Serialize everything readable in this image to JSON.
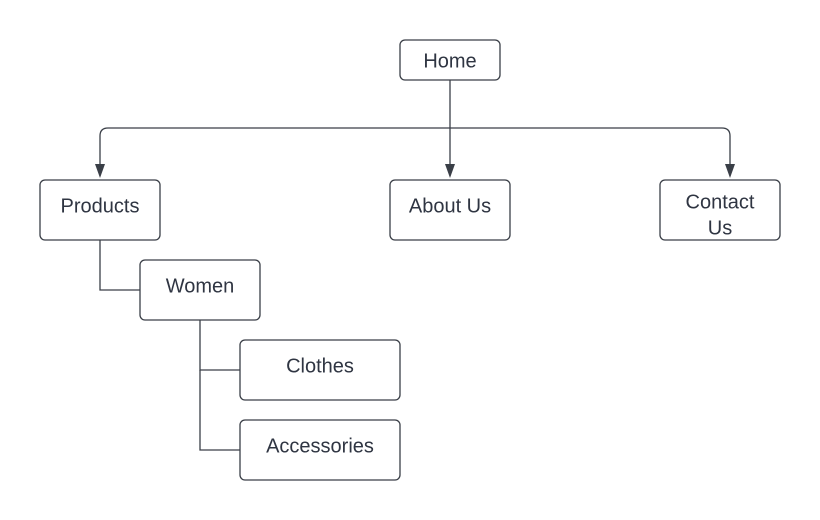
{
  "diagram": {
    "type": "sitemap",
    "nodes": {
      "home": {
        "label": "Home"
      },
      "products": {
        "label": "Products"
      },
      "about": {
        "label": "About Us"
      },
      "contact": {
        "label_lines": [
          "Contact",
          "Us"
        ]
      },
      "women": {
        "label": "Women"
      },
      "clothes": {
        "label": "Clothes"
      },
      "accessories": {
        "label": "Accessories"
      }
    },
    "edges": [
      {
        "from": "home",
        "to": "products",
        "style": "arrow"
      },
      {
        "from": "home",
        "to": "about",
        "style": "arrow"
      },
      {
        "from": "home",
        "to": "contact",
        "style": "arrow"
      },
      {
        "from": "products",
        "to": "women",
        "style": "elbow"
      },
      {
        "from": "women",
        "to": "clothes",
        "style": "elbow"
      },
      {
        "from": "women",
        "to": "accessories",
        "style": "elbow"
      }
    ],
    "colors": {
      "stroke": "#3a3f47",
      "text": "#2f3542",
      "background": "#ffffff"
    }
  }
}
